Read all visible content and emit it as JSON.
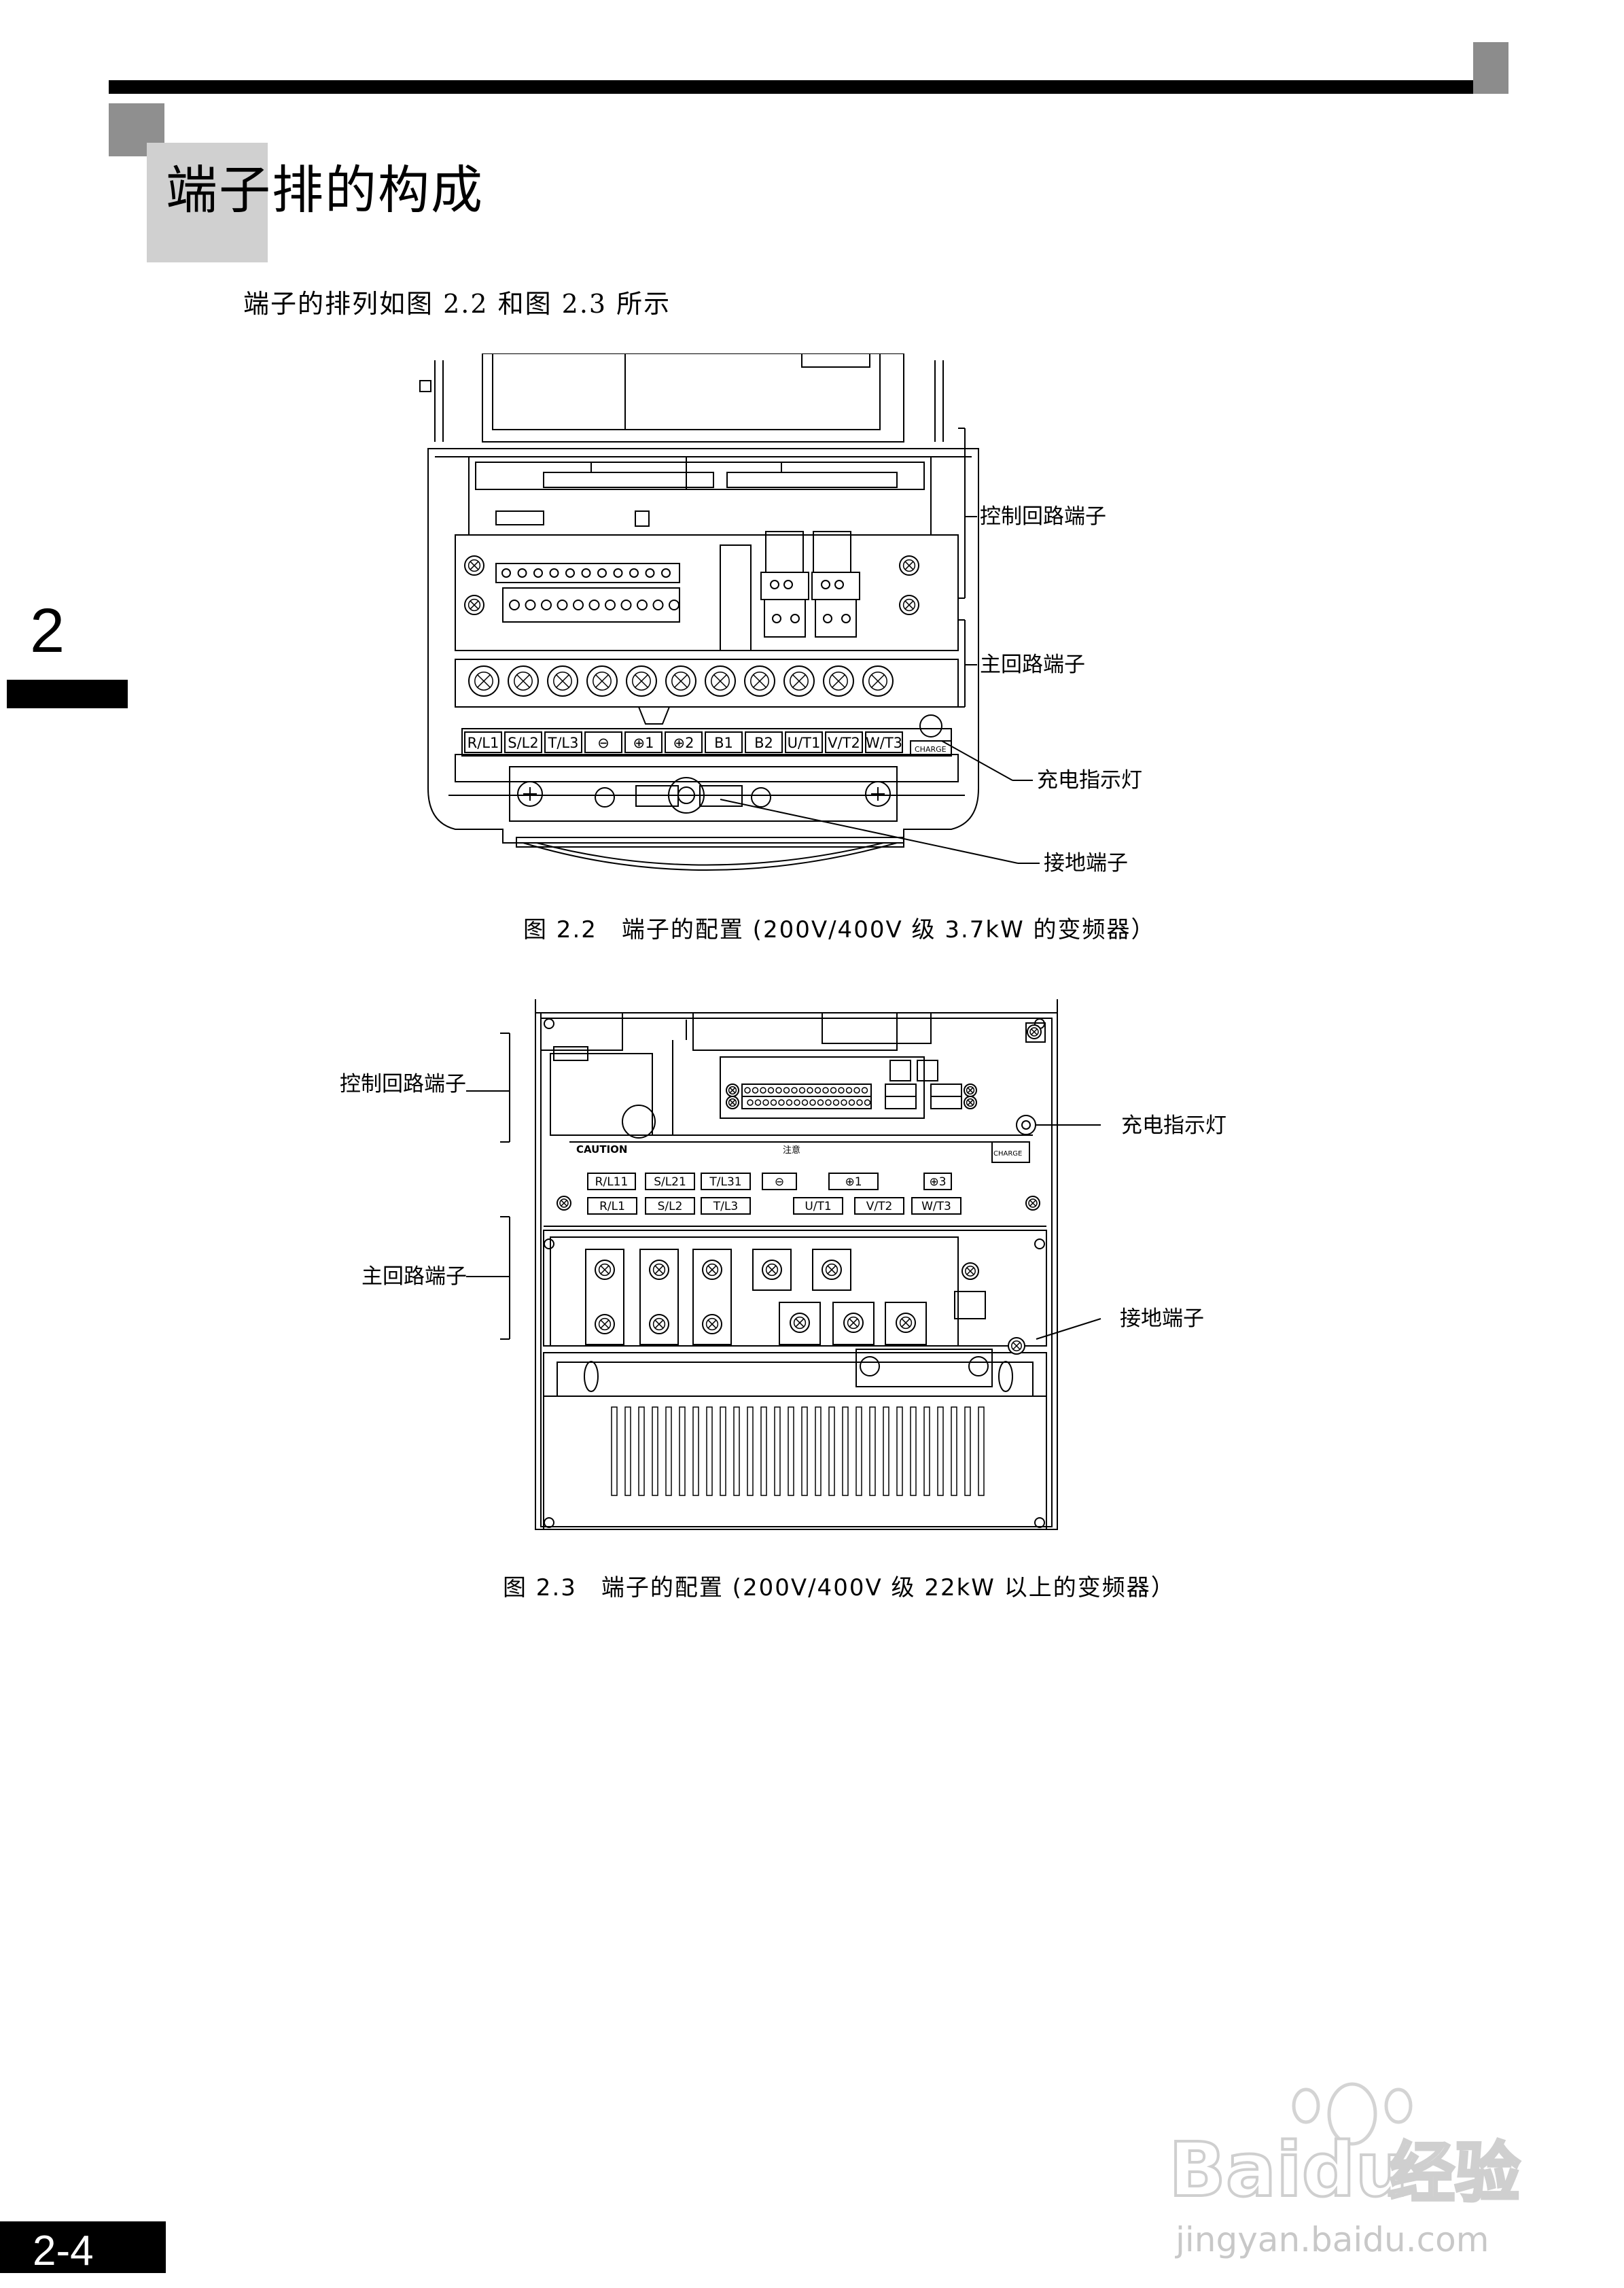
{
  "header": {
    "title": "端子排的构成",
    "intro": "端子的排列如图 2.2 和图 2.3 所示"
  },
  "chapter": {
    "number": "2"
  },
  "figure1": {
    "caption": "图 2.2　端子的配置 (200V/400V 级 3.7kW 的变频器）",
    "callouts": {
      "control": "控制回路端子",
      "main": "主回路端子",
      "charge": "充电指示灯",
      "ground": "接地端子"
    },
    "terminal_labels": [
      "R/L1",
      "S/L2",
      "T/L3",
      "⊖",
      "⊕1",
      "⊕2",
      "B1",
      "B2",
      "U/T1",
      "V/T2",
      "W/T3"
    ],
    "charge_text": "CHARGE"
  },
  "figure2": {
    "caption": "图 2.3　端子的配置 (200V/400V 级 22kW 以上的变频器）",
    "callouts": {
      "control": "控制回路端子",
      "main": "主回路端子",
      "charge": "充电指示灯",
      "ground": "接地端子"
    },
    "caution_title": "CAUTION",
    "notice_title": "注意",
    "row_upper": [
      "R/L11",
      "S/L21",
      "T/L31",
      "⊖",
      "⊕1",
      "⊕3"
    ],
    "row_lower": [
      "R/L1",
      "S/L2",
      "T/L3",
      "U/T1",
      "V/T2",
      "W/T3"
    ],
    "charge_text": "CHARGE"
  },
  "footer": {
    "page_number": "2-4",
    "watermark_brand": "Baidu",
    "watermark_cn": "经验",
    "watermark_url": "jingyan.baidu.com"
  }
}
